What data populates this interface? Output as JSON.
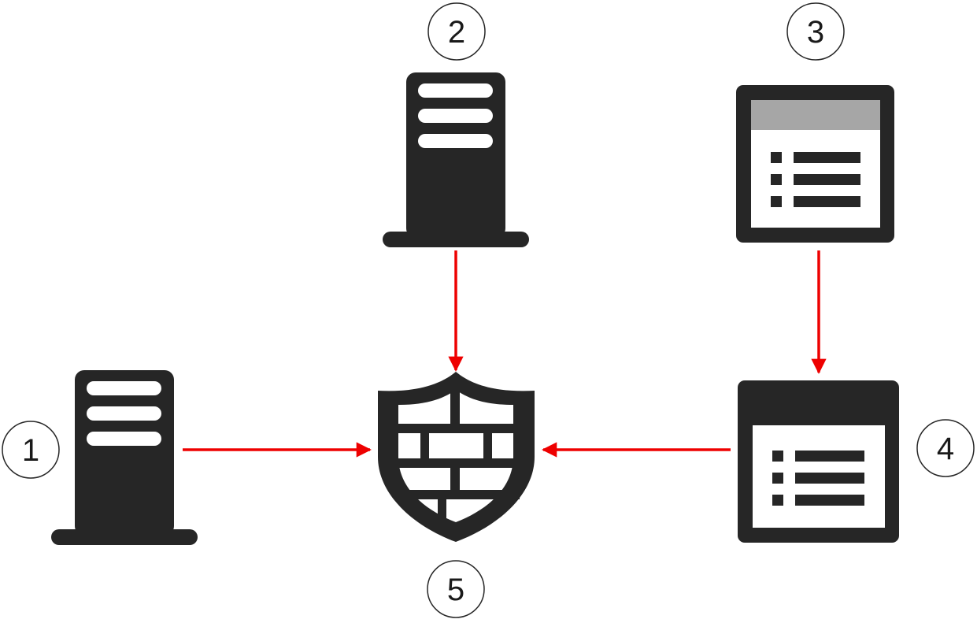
{
  "colors": {
    "icon": "#262626",
    "arrow": "#ee0000",
    "header_gray": "#a6a6a6",
    "background": "#ffffff"
  },
  "nodes": [
    {
      "id": "1",
      "label": "1",
      "icon": "server-icon"
    },
    {
      "id": "2",
      "label": "2",
      "icon": "server-icon"
    },
    {
      "id": "3",
      "label": "3",
      "icon": "list-window-icon"
    },
    {
      "id": "4",
      "label": "4",
      "icon": "list-window-icon"
    },
    {
      "id": "5",
      "label": "5",
      "icon": "firewall-shield-icon"
    }
  ],
  "edges": [
    {
      "from": "1",
      "to": "5"
    },
    {
      "from": "2",
      "to": "5"
    },
    {
      "from": "3",
      "to": "4"
    },
    {
      "from": "4",
      "to": "5"
    }
  ]
}
